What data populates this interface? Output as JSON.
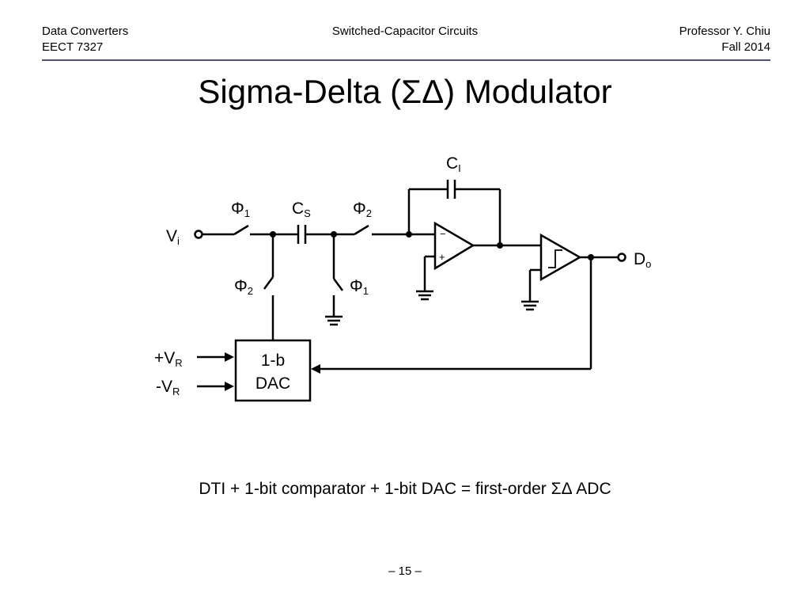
{
  "header": {
    "left_line1": "Data Converters",
    "left_line2": "EECT 7327",
    "center": "Switched-Capacitor Circuits",
    "right_line1": "Professor Y. Chiu",
    "right_line2": "Fall 2014"
  },
  "title": "Sigma-Delta (ΣΔ) Modulator",
  "diagram": {
    "input_label": "V",
    "input_sub": "i",
    "output_label": "D",
    "output_sub": "o",
    "switch_top_left": {
      "label": "Φ",
      "sub": "1"
    },
    "switch_top_right": {
      "label": "Φ",
      "sub": "2"
    },
    "switch_bottom_left": {
      "label": "Φ",
      "sub": "2"
    },
    "switch_bottom_right": {
      "label": "Φ",
      "sub": "1"
    },
    "sampling_cap": {
      "label": "C",
      "sub": "S"
    },
    "integrating_cap": {
      "label": "C",
      "sub": "I"
    },
    "opamp_minus": "−",
    "opamp_plus": "+",
    "ref_pos": {
      "label": "+V",
      "sub": "R"
    },
    "ref_neg": {
      "label": "-V",
      "sub": "R"
    },
    "dac_line1": "1-b",
    "dac_line2": "DAC"
  },
  "caption": "DTI + 1-bit comparator + 1-bit DAC = first-order ΣΔ ADC",
  "page_number": "– 15 –"
}
